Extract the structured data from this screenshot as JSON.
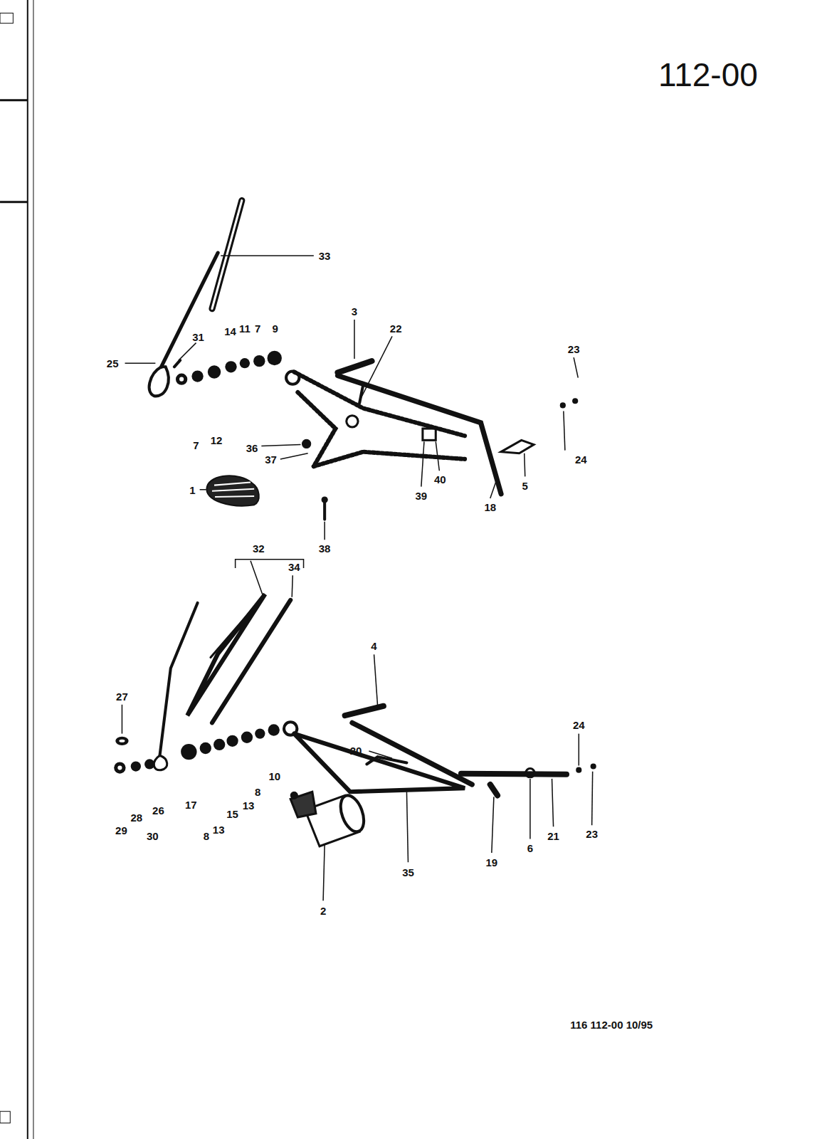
{
  "diagram": {
    "title": "112-00",
    "caption": "116 112-00 10/95",
    "labels": [
      "33",
      "31",
      "14",
      "11",
      "7",
      "9",
      "3",
      "22",
      "23",
      "25",
      "7",
      "12",
      "24",
      "36",
      "37",
      "40",
      "5",
      "1",
      "39",
      "18",
      "38",
      "32",
      "34",
      "4",
      "27",
      "24",
      "20",
      "17",
      "10",
      "8",
      "13",
      "15",
      "13",
      "28",
      "26",
      "29",
      "30",
      "8",
      "6",
      "21",
      "23",
      "19",
      "35",
      "2"
    ]
  }
}
